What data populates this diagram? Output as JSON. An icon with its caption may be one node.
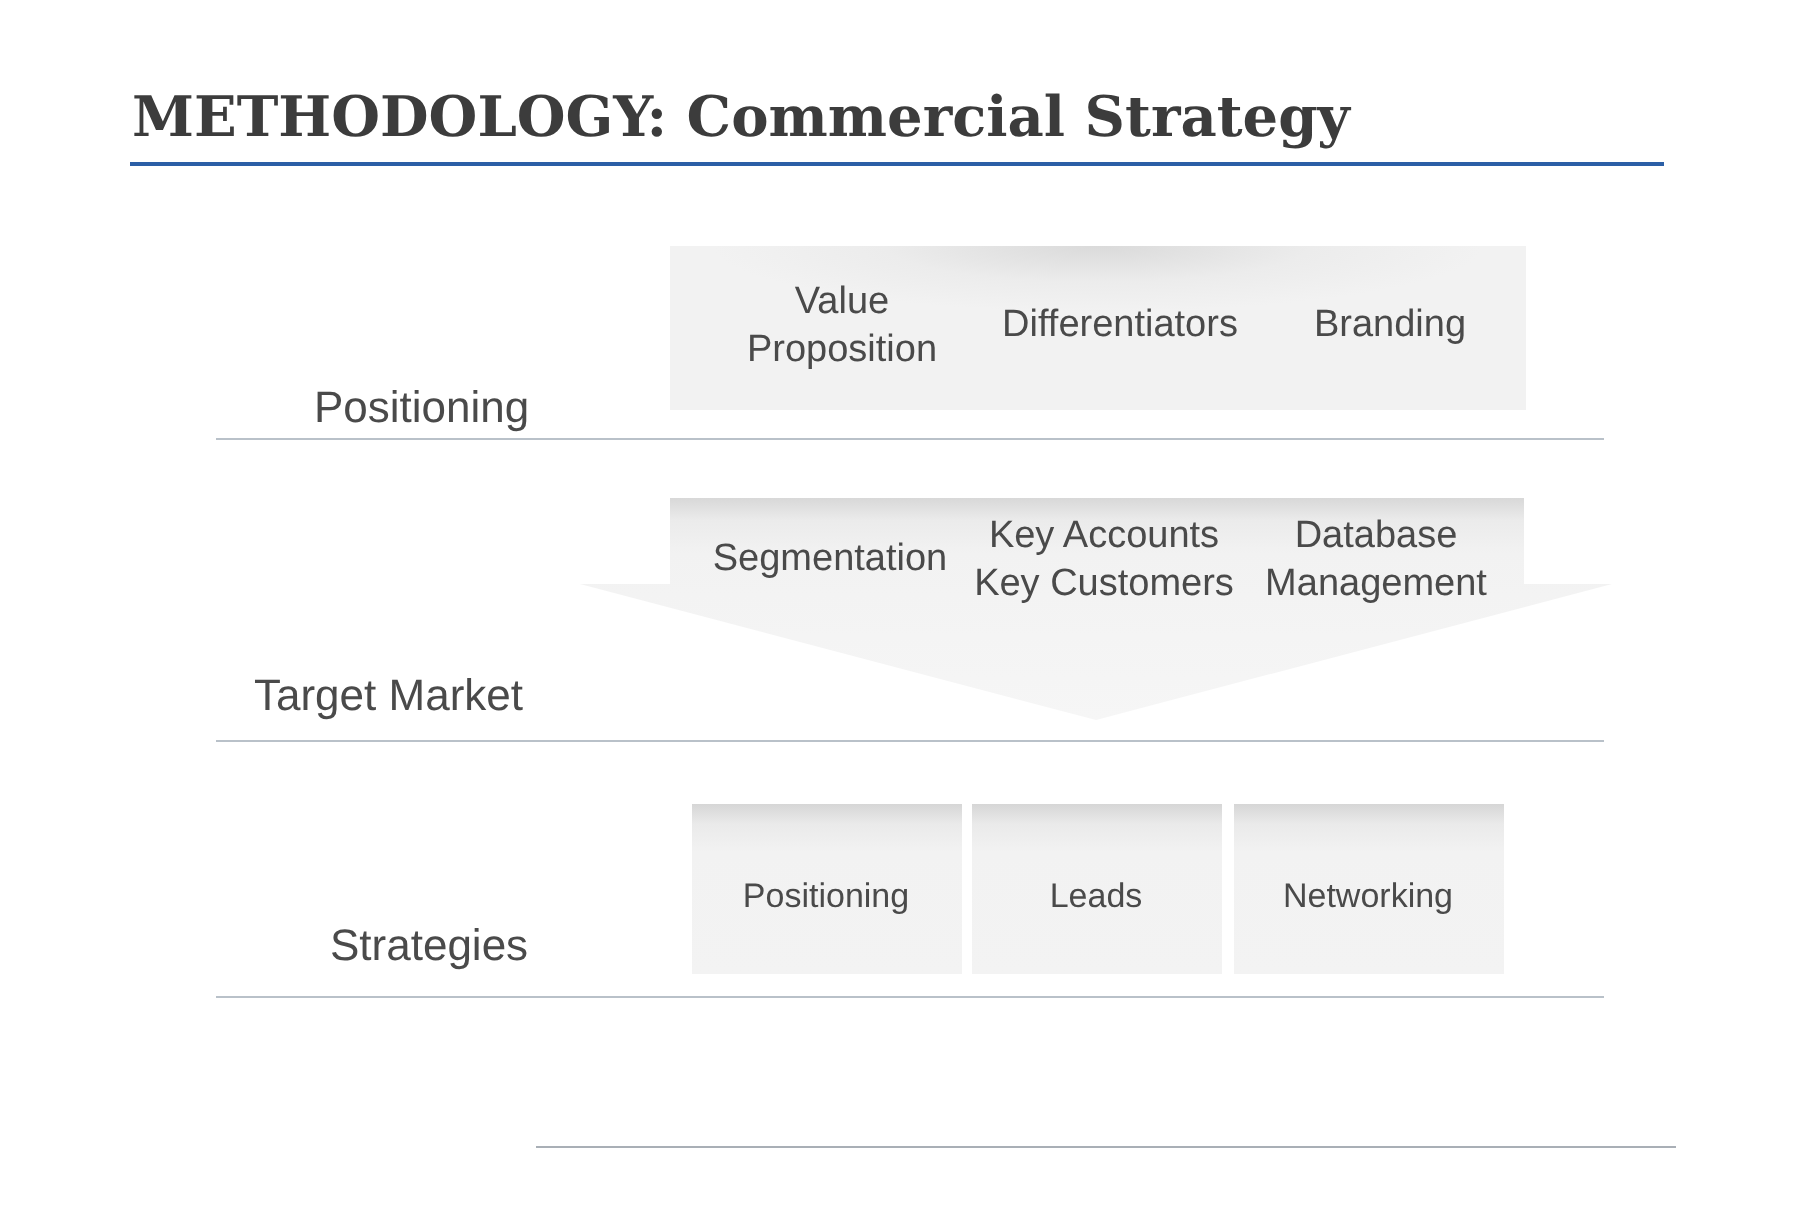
{
  "diagram": {
    "title": "METHODOLOGY: Commercial Strategy",
    "nodes": [
      {
        "text": [
          "Value Proposition",
          "Differentiators",
          "Branding"
        ]
      },
      {
        "text": [
          "Segmentation",
          "Key Accounts Key Customers",
          "Database Management"
        ]
      },
      {
        "text": [
          "Positioning"
        ]
      },
      {
        "text": [
          "Leads"
        ]
      },
      {
        "text": [
          "Networking"
        ]
      }
    ],
    "edges": [],
    "labels": [
      "Positioning",
      "Target Market",
      "Strategies"
    ]
  }
}
